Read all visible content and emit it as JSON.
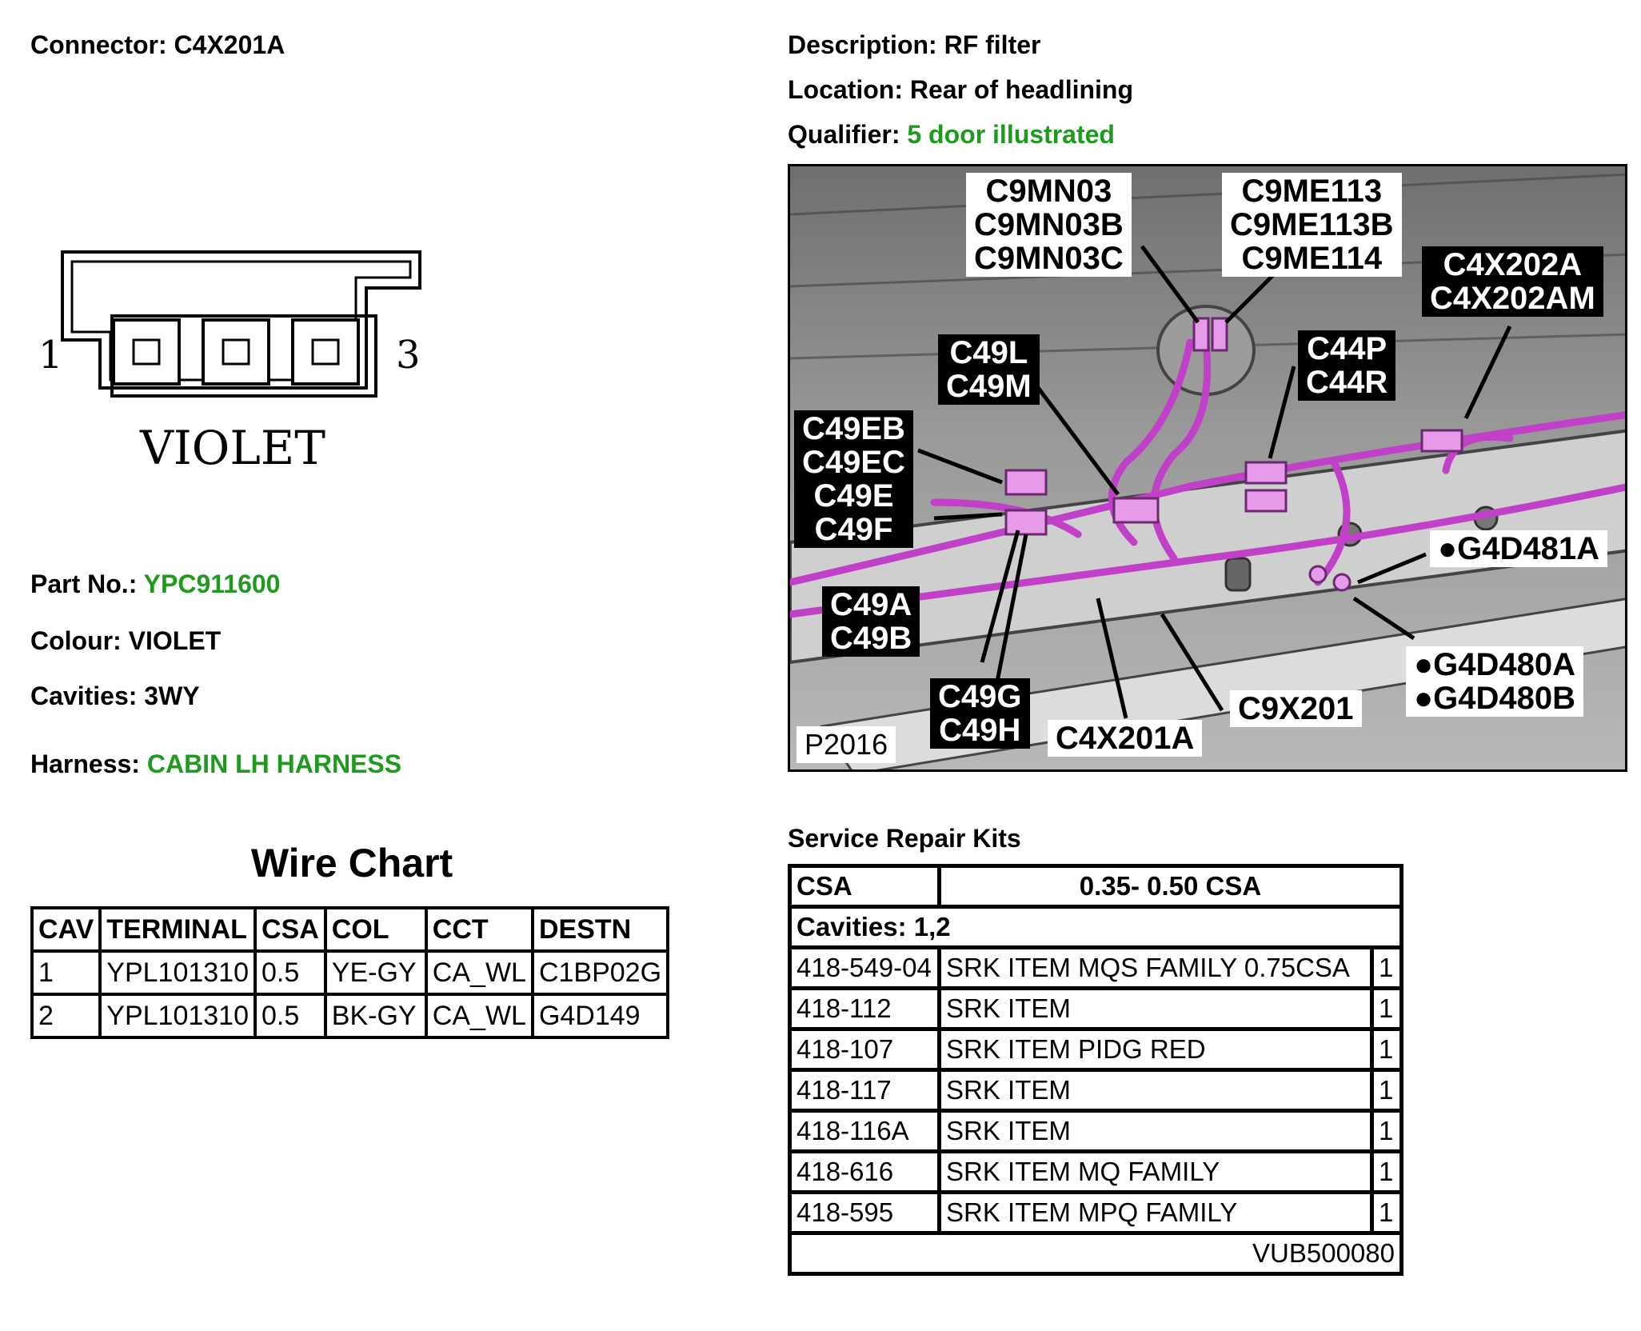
{
  "connector": {
    "label": "Connector:",
    "value": "C4X201A"
  },
  "description": {
    "label": "Description:",
    "value": "RF filter"
  },
  "location": {
    "label": "Location:",
    "value": "Rear of headlining"
  },
  "qualifier": {
    "label": "Qualifier:",
    "value": "5 door illustrated"
  },
  "diagram": {
    "pin_left": "1",
    "pin_right": "3",
    "colour_text": "VIOLET"
  },
  "part": {
    "label": "Part No.:",
    "value": "YPC911600"
  },
  "colour": {
    "label": "Colour:",
    "value": "VIOLET"
  },
  "cavities": {
    "label": "Cavities:",
    "value": "3WY"
  },
  "harness": {
    "label": "Harness:",
    "value": "CABIN LH HARNESS"
  },
  "wire_chart": {
    "title": "Wire Chart",
    "headers": [
      "CAV",
      "TERMINAL",
      "CSA",
      "COL",
      "CCT",
      "DESTN"
    ],
    "rows": [
      [
        "1",
        "YPL101310",
        "0.5",
        "YE-GY",
        "CA_WL",
        "C1BP02G"
      ],
      [
        "2",
        "YPL101310",
        "0.5",
        "BK-GY",
        "CA_WL",
        "G4D149"
      ]
    ]
  },
  "photo": {
    "labels": {
      "c9mn": "C9MN03\nC9MN03B\nC9MN03C",
      "c9me": "C9ME113\nC9ME113B\nC9ME114",
      "c4x202": "C4X202A\nC4X202AM",
      "c49l": "C49L\nC49M",
      "c44p": "C44P\nC44R",
      "c49eb": "C49EB\nC49EC\nC49E\nC49F",
      "g4d481": "●G4D481A",
      "c49a": "C49A\nC49B",
      "g4d480": "●G4D480A\n●G4D480B",
      "c49g": "C49G\nC49H",
      "c9x201": "C9X201",
      "c4x201a": "C4X201A",
      "p2016": "P2016"
    },
    "harness_color": "#c040c8"
  },
  "srk": {
    "title": "Service Repair Kits",
    "csa_label": "CSA",
    "csa_value": "0.35- 0.50 CSA",
    "cavities": "Cavities: 1,2",
    "rows": [
      [
        "418-549-04",
        "SRK ITEM MQS FAMILY 0.75CSA",
        "1"
      ],
      [
        "418-112",
        "SRK ITEM",
        "1"
      ],
      [
        "418-107",
        "SRK ITEM PIDG RED",
        "1"
      ],
      [
        "418-117",
        "SRK ITEM",
        "1"
      ],
      [
        "418-116A",
        "SRK ITEM",
        "1"
      ],
      [
        "418-616",
        "SRK ITEM MQ FAMILY",
        "1"
      ],
      [
        "418-595",
        "SRK ITEM MPQ FAMILY",
        "1"
      ]
    ],
    "footer": "VUB500080"
  }
}
